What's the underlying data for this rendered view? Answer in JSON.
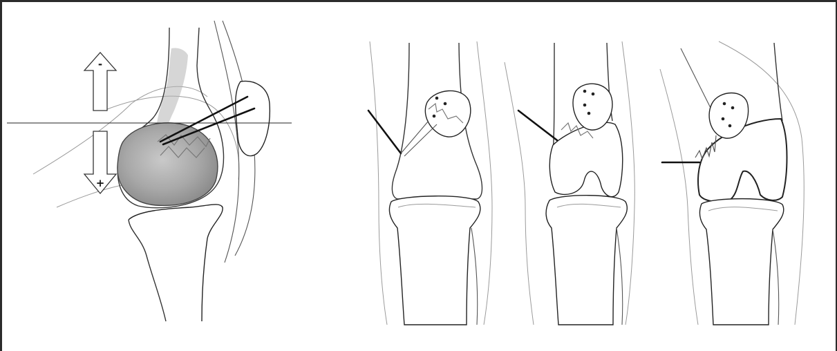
{
  "figure": {
    "panels": [
      {
        "id": "lateral-knee",
        "markers": {
          "up_sign": "-",
          "down_sign": "+"
        }
      },
      {
        "id": "ap-knee-stage-1"
      },
      {
        "id": "ap-knee-stage-2"
      },
      {
        "id": "ap-knee-stage-3"
      }
    ]
  },
  "colors": {
    "line": "#333333",
    "wire": "#111111",
    "frame": "#2b2b2b",
    "shade": "#9d9d9d"
  }
}
